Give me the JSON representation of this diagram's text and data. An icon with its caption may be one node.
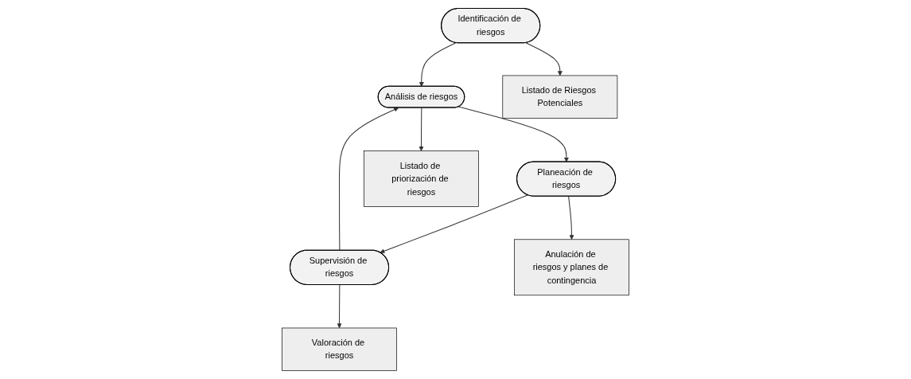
{
  "diagram": {
    "nodes": [
      {
        "text": [
          "Identificación de riesgos"
        ]
      },
      {
        "text": [
          "Análisis de riesgos"
        ]
      },
      {
        "text": [
          "Planeación de riesgos"
        ]
      },
      {
        "text": [
          "Supervisión de riesgos"
        ]
      },
      {
        "text": [
          "Listado de Riesgos Potenciales"
        ]
      },
      {
        "text": [
          "Listado de priorización de riesgos"
        ]
      },
      {
        "text": [
          "Anulación de riesgos y planes de contingencia"
        ]
      },
      {
        "text": [
          "Valoración de riesgos"
        ]
      }
    ],
    "edges": [
      {
        "from": 0,
        "to": 1,
        "arrow": "to"
      },
      {
        "from": 1,
        "to": 2,
        "arrow": "to"
      },
      {
        "from": 2,
        "to": 3,
        "arrow": "to"
      },
      {
        "from": 3,
        "to": 1,
        "arrow": "to"
      },
      {
        "from": 0,
        "to": 4,
        "arrow": "to"
      },
      {
        "from": 1,
        "to": 5,
        "arrow": "to"
      },
      {
        "from": 2,
        "to": 6,
        "arrow": "to"
      },
      {
        "from": 3,
        "to": 7,
        "arrow": "to"
      }
    ]
  }
}
